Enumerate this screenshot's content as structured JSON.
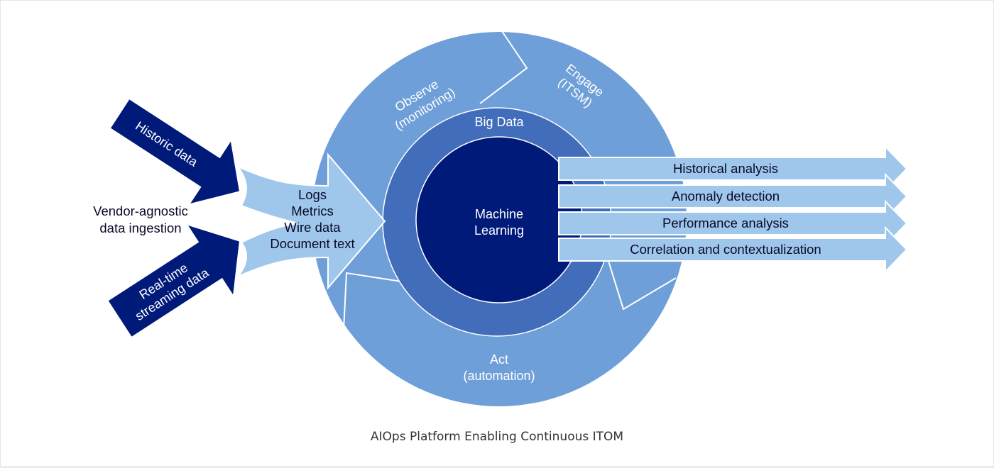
{
  "diagram": {
    "caption": "AIOps Platform Enabling Continuous ITOM",
    "colors": {
      "outer_ring": "#6e9fd8",
      "big_data_ring": "#416dbb",
      "core": "#001a7a",
      "light_arrow": "#9fc7eb",
      "dark_arrow": "#001a7a",
      "outline": "#ffffff",
      "dark_text": "#0a0a2a"
    },
    "inputs": {
      "historic": "Historic data",
      "realtime_line1": "Real-time",
      "realtime_line2": "streaming data",
      "ingestion_line1": "Vendor-agnostic",
      "ingestion_line2": "data ingestion"
    },
    "data_types": [
      "Logs",
      "Metrics",
      "Wire data",
      "Document text"
    ],
    "cycle": {
      "observe_line1": "Observe",
      "observe_line2": "(monitoring)",
      "engage_line1": "Engage",
      "engage_line2": "(ITSM)",
      "act_line1": "Act",
      "act_line2": "(automation)"
    },
    "big_data": "Big Data",
    "core_line1": "Machine",
    "core_line2": "Learning",
    "outputs": [
      "Historical analysis",
      "Anomaly detection",
      "Performance analysis",
      "Correlation and contextualization"
    ]
  }
}
